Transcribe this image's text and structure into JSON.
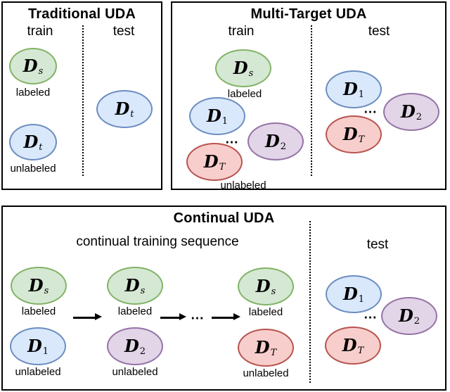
{
  "figure": {
    "background": "#ffffff"
  },
  "palette": {
    "green": {
      "fill": "#d5e8d4",
      "stroke": "#82b366"
    },
    "blue": {
      "fill": "#dae8fc",
      "stroke": "#6c8ebf"
    },
    "purple": {
      "fill": "#e1d5e7",
      "stroke": "#9673a6"
    },
    "red": {
      "fill": "#f8cecc",
      "stroke": "#b85450"
    },
    "border": "#000000",
    "text": "#000000"
  },
  "panels": {
    "traditional": {
      "title": "Traditional UDA",
      "train_heading": "train",
      "test_heading": "test",
      "nodes": {
        "source": {
          "symbol": "D",
          "sub": "s",
          "color": "green",
          "caption": "labeled"
        },
        "target_train": {
          "symbol": "D",
          "sub": "t",
          "color": "blue",
          "caption": "unlabeled"
        },
        "target_test": {
          "symbol": "D",
          "sub": "t",
          "color": "blue"
        }
      }
    },
    "multi_target": {
      "title": "Multi-Target UDA",
      "train_heading": "train",
      "test_heading": "test",
      "ellipsis": "...",
      "train_nodes": {
        "source": {
          "symbol": "D",
          "sub": "s",
          "color": "green",
          "caption": "labeled"
        },
        "t1": {
          "symbol": "D",
          "sub": "1",
          "color": "blue"
        },
        "t2": {
          "symbol": "D",
          "sub": "2",
          "color": "purple"
        },
        "tT": {
          "symbol": "D",
          "sub": "T",
          "color": "red",
          "caption": "unlabeled"
        }
      },
      "test_nodes": {
        "t1": {
          "symbol": "D",
          "sub": "1",
          "color": "blue"
        },
        "t2": {
          "symbol": "D",
          "sub": "2",
          "color": "purple"
        },
        "tT": {
          "symbol": "D",
          "sub": "T",
          "color": "red"
        }
      }
    },
    "continual": {
      "title": "Continual UDA",
      "sequence_heading": "continual training sequence",
      "test_heading": "test",
      "ellipsis": "...",
      "steps": [
        {
          "source": {
            "symbol": "D",
            "sub": "s",
            "color": "green",
            "caption": "labeled"
          },
          "target": {
            "symbol": "D",
            "sub": "1",
            "color": "blue",
            "caption": "unlabeled"
          }
        },
        {
          "source": {
            "symbol": "D",
            "sub": "s",
            "color": "green",
            "caption": "labeled"
          },
          "target": {
            "symbol": "D",
            "sub": "2",
            "color": "purple",
            "caption": "unlabeled"
          }
        },
        {
          "source": {
            "symbol": "D",
            "sub": "s",
            "color": "green",
            "caption": "labeled"
          },
          "target": {
            "symbol": "D",
            "sub": "T",
            "color": "red",
            "caption": "unlabeled"
          }
        }
      ],
      "test_nodes": {
        "t1": {
          "symbol": "D",
          "sub": "1",
          "color": "blue"
        },
        "t2": {
          "symbol": "D",
          "sub": "2",
          "color": "purple"
        },
        "tT": {
          "symbol": "D",
          "sub": "T",
          "color": "red"
        }
      }
    }
  }
}
